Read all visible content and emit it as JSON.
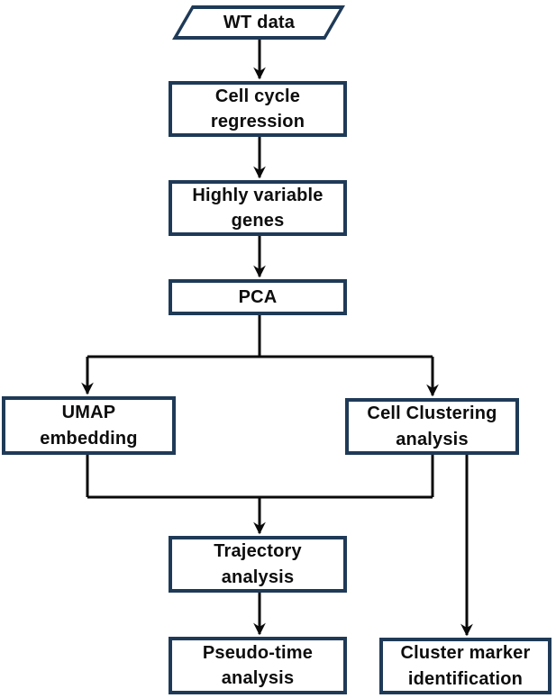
{
  "colors": {
    "box_border": "#1f3a57",
    "box_fill": "#ffffff",
    "arrow": "#0a0a0a",
    "text": "#0d0d0d",
    "background": "#ffffff"
  },
  "nodes": {
    "wt_data": {
      "label": "WT data",
      "shape": "parallelogram"
    },
    "cell_cycle": {
      "label": "Cell cycle\nregression",
      "shape": "rect"
    },
    "hvg": {
      "label": "Highly variable\ngenes",
      "shape": "rect"
    },
    "pca": {
      "label": "PCA",
      "shape": "rect"
    },
    "umap": {
      "label": "UMAP\nembedding",
      "shape": "rect"
    },
    "clustering": {
      "label": "Cell Clustering\nanalysis",
      "shape": "rect"
    },
    "trajectory": {
      "label": "Trajectory\nanalysis",
      "shape": "rect"
    },
    "pseudotime": {
      "label": "Pseudo-time\nanalysis",
      "shape": "rect"
    },
    "cluster_marker": {
      "label": "Cluster marker\nidentification",
      "shape": "rect"
    }
  },
  "edges": [
    {
      "from": "wt_data",
      "to": "cell_cycle"
    },
    {
      "from": "cell_cycle",
      "to": "hvg"
    },
    {
      "from": "hvg",
      "to": "pca"
    },
    {
      "from": "pca",
      "to": "umap"
    },
    {
      "from": "pca",
      "to": "clustering"
    },
    {
      "from": "umap",
      "to": "trajectory"
    },
    {
      "from": "clustering",
      "to": "trajectory"
    },
    {
      "from": "trajectory",
      "to": "pseudotime"
    },
    {
      "from": "clustering",
      "to": "cluster_marker"
    }
  ]
}
